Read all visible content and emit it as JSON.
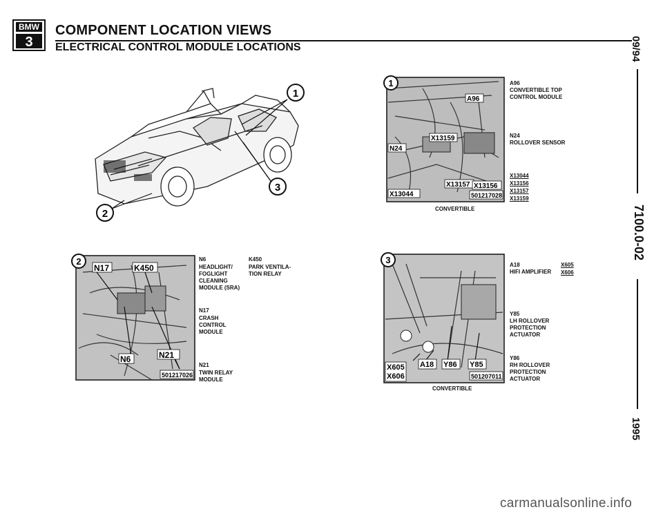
{
  "header": {
    "logo": {
      "brand": "BMW",
      "series": "3"
    },
    "title": "COMPONENT LOCATION VIEWS",
    "subtitle": "ELECTRICAL CONTROL MODULE LOCATIONS"
  },
  "side": {
    "date": "09/94",
    "page": "7100.0-02",
    "year": "1995"
  },
  "overview": {
    "callouts": [
      "1",
      "2",
      "3"
    ]
  },
  "fig1": {
    "number": "1",
    "in_labels": [
      "A96",
      "N24",
      "X13159",
      "X13157",
      "X13156",
      "X13044"
    ],
    "ref": "501217028",
    "caption": "CONVERTIBLE",
    "legend": [
      {
        "code": "A96",
        "text": "CONVERTIBLE TOP CONTROL MODULE"
      },
      {
        "code": "N24",
        "text": "ROLLOVER SENSOR"
      }
    ],
    "connectors": [
      "X13044",
      "X13156",
      "X13157",
      "X13159"
    ]
  },
  "fig2": {
    "number": "2",
    "in_labels": [
      "N17",
      "K450",
      "N6",
      "N21"
    ],
    "ref": "501217026",
    "legend": [
      {
        "code": "N6",
        "text": "HEADLIGHT/ FOGLIGHT CLEANING MODULE (SRA)"
      },
      {
        "code": "N17",
        "text": "CRASH CONTROL MODULE"
      },
      {
        "code": "N21",
        "text": "TWIN RELAY MODULE"
      },
      {
        "code": "K450",
        "text": "PARK VENTILA- TION RELAY"
      }
    ]
  },
  "fig3": {
    "number": "3",
    "in_labels": [
      "X605",
      "X606",
      "A18",
      "Y86",
      "Y85"
    ],
    "ref": "501207011",
    "caption": "CONVERTIBLE",
    "legend": [
      {
        "code": "A18",
        "text": "HIFI AMPLIFIER"
      },
      {
        "code": "Y85",
        "text": "LH ROLLOVER PROTECTION ACTUATOR"
      },
      {
        "code": "Y86",
        "text": "RH ROLLOVER PROTECTION ACTUATOR"
      }
    ],
    "connectors": [
      "X605",
      "X606"
    ]
  },
  "watermark": "carmanualsonline.info"
}
